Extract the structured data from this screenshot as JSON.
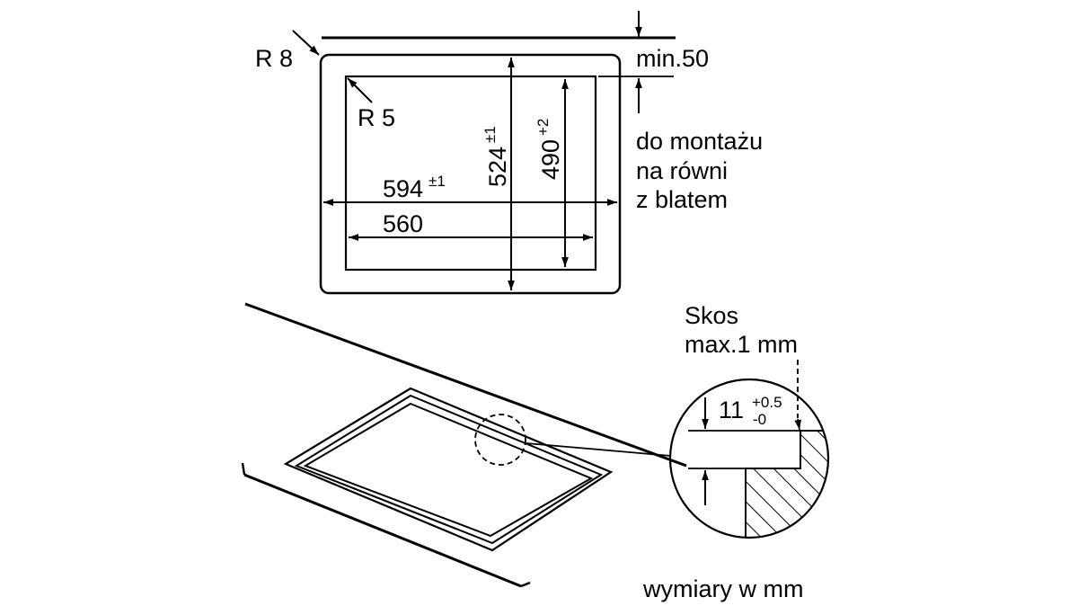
{
  "top_view": {
    "outer_radius_label": "R 8",
    "inner_radius_label": "R 5",
    "min_label": "min.50",
    "width_outer_label": "594",
    "width_outer_tolerance": "±1",
    "width_inner_label": "560",
    "depth_outer_label": "524",
    "depth_outer_tolerance": "±1",
    "depth_inner_label": "490",
    "depth_inner_tolerance": "+2",
    "mount_note": [
      "do montażu",
      "na równi",
      "z blatem"
    ]
  },
  "detail": {
    "bevel_title": "Skos",
    "bevel_value": "max.1 mm",
    "depth_value": "11",
    "depth_tol_upper": "+0.5",
    "depth_tol_lower": "-0"
  },
  "footer": {
    "units_note": "wymiary w mm"
  }
}
